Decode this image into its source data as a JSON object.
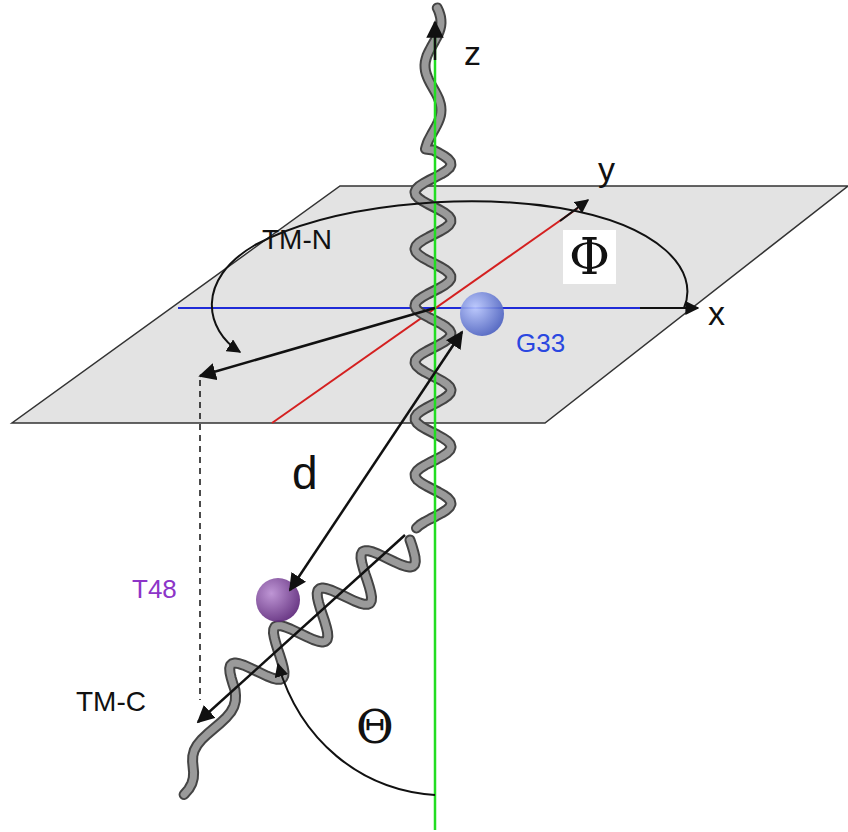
{
  "diagram": {
    "labels": [
      "z",
      "y",
      "TM-N",
      "Φ",
      "x",
      "G33",
      "d",
      "T48",
      "TM-C",
      "Θ"
    ]
  }
}
